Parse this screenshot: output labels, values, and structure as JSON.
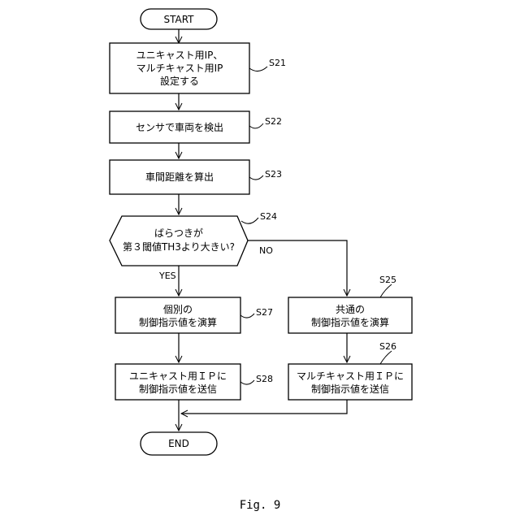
{
  "nodes": {
    "start": {
      "text": "START"
    },
    "s21": {
      "lines": [
        "ユニキャスト用IP、",
        "マルチキャスト用IP",
        "設定する"
      ],
      "step": "S21"
    },
    "s22": {
      "lines": [
        "センサで車両を検出"
      ],
      "step": "S22"
    },
    "s23": {
      "lines": [
        "車間距離を算出"
      ],
      "step": "S23"
    },
    "s24": {
      "lines": [
        "ばらつきが",
        "第３閾値TH3より大きい?"
      ],
      "step": "S24"
    },
    "s27": {
      "lines": [
        "個別の",
        "制御指示値を演算"
      ],
      "step": "S27"
    },
    "s28": {
      "lines": [
        "ユニキャスト用ＩＰに",
        "制御指示値を送信"
      ],
      "step": "S28"
    },
    "s25": {
      "lines": [
        "共通の",
        "制御指示値を演算"
      ],
      "step": "S25"
    },
    "s26": {
      "lines": [
        "マルチキャスト用ＩＰに",
        "制御指示値を送信"
      ],
      "step": "S26"
    },
    "end": {
      "text": "END"
    }
  },
  "branches": {
    "yes": "YES",
    "no": "NO"
  },
  "caption": "Fig. 9"
}
